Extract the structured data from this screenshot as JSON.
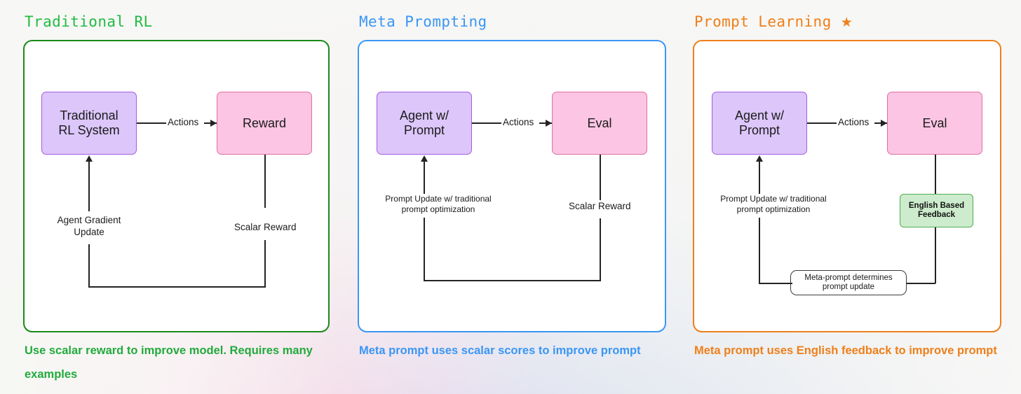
{
  "panels": [
    {
      "id": "traditional-rl",
      "title": "Traditional RL",
      "title_color": "#22bb44",
      "border_color": "#1a8a1a",
      "caption": "Use scalar reward to improve model. Requires many examples",
      "caption_color": "#22aa3c",
      "nodes": {
        "agent": "Traditional RL System",
        "agent_line1": "Traditional",
        "agent_line2": "RL System",
        "evaluator": "Reward"
      },
      "labels": {
        "actions": "Actions",
        "feedback_up_line1": "Agent Gradient",
        "feedback_up_line2": "Update",
        "feedback_down": "Scalar Reward"
      }
    },
    {
      "id": "meta-prompting",
      "title": "Meta Prompting",
      "title_color": "#3a96f5",
      "border_color": "#3a96f5",
      "caption": "Meta prompt uses scalar scores to improve prompt",
      "caption_color": "#3a96f5",
      "nodes": {
        "agent": "Agent w/ Prompt",
        "agent_line1": "Agent w/",
        "agent_line2": "Prompt",
        "evaluator": "Eval"
      },
      "labels": {
        "actions": "Actions",
        "feedback_up_line1": "Prompt Update w/ traditional",
        "feedback_up_line2": "prompt optimization",
        "feedback_down": "Scalar Reward"
      }
    },
    {
      "id": "prompt-learning",
      "title": "Prompt Learning",
      "title_star": "★",
      "title_color": "#ef7f1a",
      "border_color": "#ef7f1a",
      "caption": "Meta prompt uses English feedback to improve prompt",
      "caption_color": "#ef7f1a",
      "nodes": {
        "agent": "Agent w/ Prompt",
        "agent_line1": "Agent w/",
        "agent_line2": "Prompt",
        "evaluator": "Eval",
        "feedback_box_line1": "English Based",
        "feedback_box_line2": "Feedback",
        "meta_box_line1": "Meta-prompt determines",
        "meta_box_line2": "prompt update"
      },
      "labels": {
        "actions": "Actions",
        "feedback_up_line1": "Prompt Update w/ traditional",
        "feedback_up_line2": "prompt optimization"
      }
    }
  ],
  "colors": {
    "node_purple_fill": "#dcc6fa",
    "node_purple_border": "#a35ce0",
    "node_pink_fill": "#fcc5e4",
    "node_pink_border": "#df6f9e",
    "node_green_fill": "#cdeccd",
    "node_green_border": "#4cae4f",
    "line": "#232323",
    "card_background": "#ffffff"
  }
}
